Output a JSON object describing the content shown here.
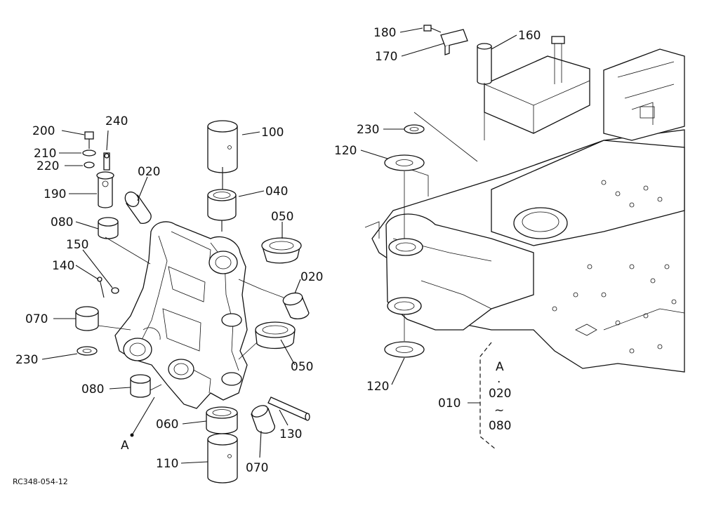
{
  "diagram": {
    "code": "RC348-054-12",
    "callouts": {
      "c010": "010",
      "c020a": "020",
      "c020b": "020",
      "c040": "040",
      "c050a": "050",
      "c050b": "050",
      "c060": "060",
      "c070a": "070",
      "c070b": "070",
      "c080a": "080",
      "c080b": "080",
      "c100": "100",
      "c110": "110",
      "c120a": "120",
      "c120b": "120",
      "c130": "130",
      "c140": "140",
      "c150": "150",
      "c160": "160",
      "c170": "170",
      "c180": "180",
      "c190": "190",
      "c200": "200",
      "c210": "210",
      "c220": "220",
      "c230a": "230",
      "c230b": "230",
      "c240": "240",
      "refA": "A"
    },
    "kit_box": {
      "line1": "A",
      "line2": "·",
      "line3": "020",
      "line4": "~",
      "line5": "080"
    }
  }
}
